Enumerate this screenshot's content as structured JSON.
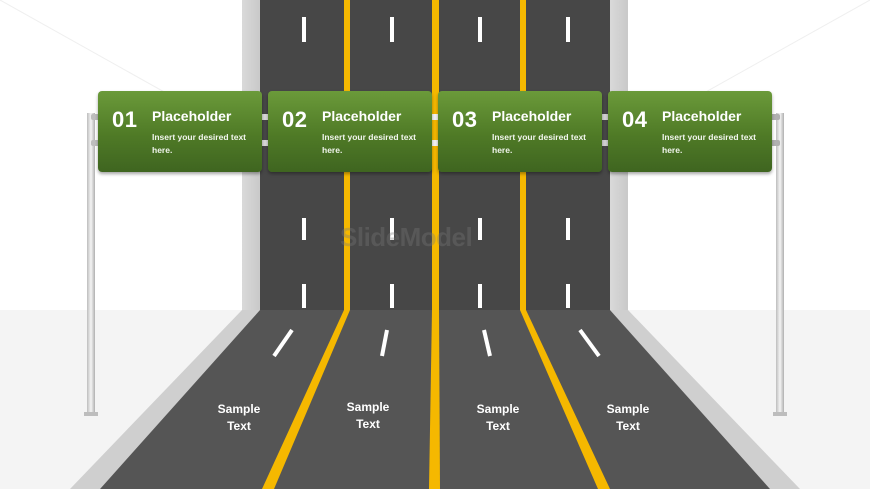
{
  "signs": [
    {
      "number": "01",
      "title": "Placeholder",
      "text": "Insert your desired text here."
    },
    {
      "number": "02",
      "title": "Placeholder",
      "text": "Insert your desired text here."
    },
    {
      "number": "03",
      "title": "Placeholder",
      "text": "Insert your desired text here."
    },
    {
      "number": "04",
      "title": "Placeholder",
      "text": "Insert your desired text here."
    }
  ],
  "lanes": [
    {
      "line1": "Sample",
      "line2": "Text"
    },
    {
      "line1": "Sample",
      "line2": "Text"
    },
    {
      "line1": "Sample",
      "line2": "Text"
    },
    {
      "line1": "Sample",
      "line2": "Text"
    }
  ],
  "watermark": "SlideModel",
  "colors": {
    "road": "#555555",
    "road_vertical": "#4a4a4a",
    "median_line": "#f5b800",
    "lane_marking": "#ffffff",
    "sign_green": "#4f7a26",
    "curb": "#c8c8c8"
  }
}
